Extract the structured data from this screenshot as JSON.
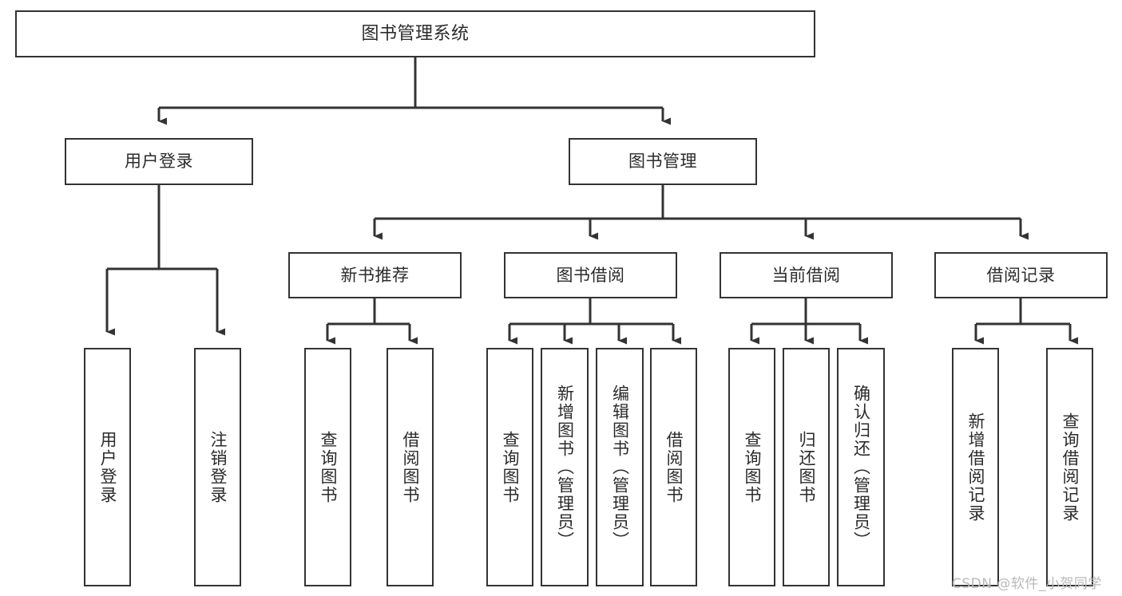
{
  "diagram": {
    "type": "tree-hierarchy",
    "title": "图书管理系统",
    "orientation": "top-down",
    "colors": {
      "box_border": "#333333",
      "box_fill": "#ffffff",
      "connector": "#333333",
      "text": "#2b2b2b",
      "watermark": "#b9b9b9",
      "page_background": "#ffffff"
    },
    "root": {
      "label": "图书管理系统"
    },
    "level2": [
      {
        "label": "用户登录"
      },
      {
        "label": "图书管理"
      }
    ],
    "level3": [
      {
        "label": "新书推荐"
      },
      {
        "label": "图书借阅"
      },
      {
        "label": "当前借阅"
      },
      {
        "label": "借阅记录"
      }
    ],
    "leaves": {
      "user_login": [
        {
          "label": "用户登录"
        },
        {
          "label": "注销登录"
        }
      ],
      "new_book_recommend": [
        {
          "label": "查询图书"
        },
        {
          "label": "借阅图书"
        }
      ],
      "book_borrow": [
        {
          "label": "查询图书"
        },
        {
          "label": "新增图书（管理员）"
        },
        {
          "label": "编辑图书（管理员）"
        },
        {
          "label": "借阅图书"
        }
      ],
      "current_borrow": [
        {
          "label": "查询图书"
        },
        {
          "label": "归还图书"
        },
        {
          "label": "确认归还（管理员）"
        }
      ],
      "borrow_record": [
        {
          "label": "新增借阅记录"
        },
        {
          "label": "查询借阅记录"
        }
      ]
    },
    "watermark": "CSDN @软件_小贺同学"
  }
}
